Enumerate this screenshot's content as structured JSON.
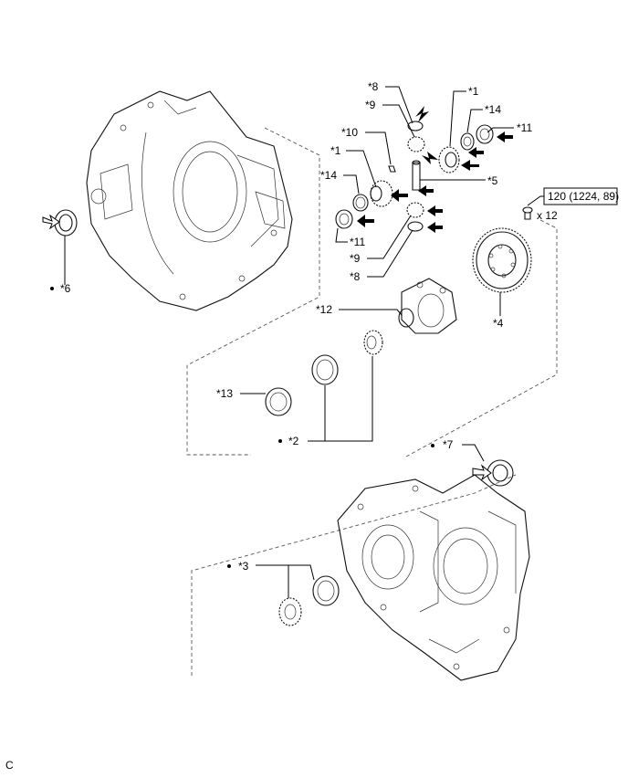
{
  "labels": {
    "p8a": "*8",
    "p1a": "*1",
    "p9a": "*9",
    "p14a": "*14",
    "p11a": "*11",
    "p10": "*10",
    "p1b": "*1",
    "p5": "*5",
    "p14b": "*14",
    "p11b": "*11",
    "p9b": "*9",
    "p8b": "*8",
    "p6": "*6",
    "p4": "*4",
    "p12": "*12",
    "p13": "*13",
    "p2": "*2",
    "p7": "*7",
    "p3": "*3"
  },
  "torque": {
    "value": "120 (1224, 89)",
    "qty": "x 12"
  },
  "footer_code": "C",
  "colors": {
    "line": "#111111",
    "background": "#ffffff"
  }
}
